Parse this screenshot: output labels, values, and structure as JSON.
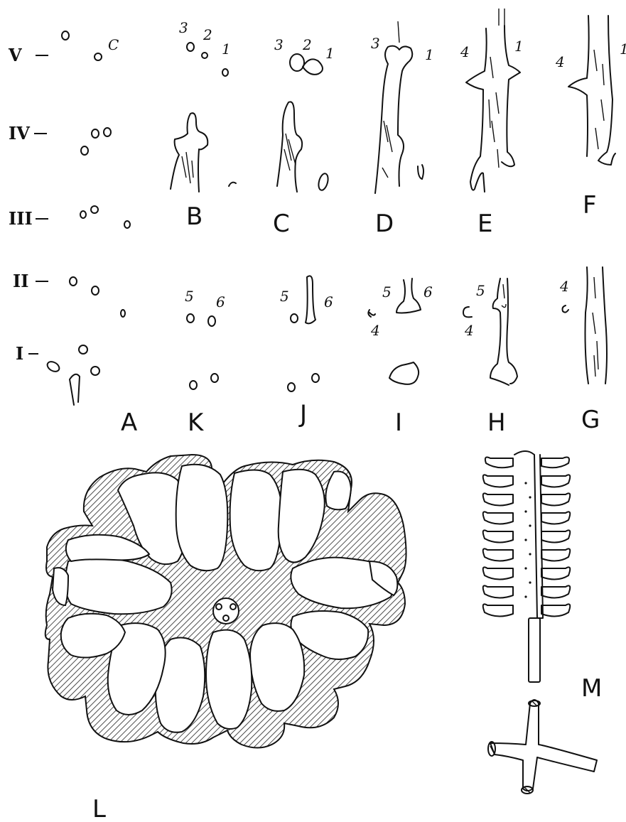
{
  "row_labels": [
    "V",
    "IV",
    "III",
    "II",
    "I"
  ],
  "panel_labels": {
    "A": "A",
    "B": "B",
    "C": "C",
    "D": "D",
    "E": "E",
    "F": "F",
    "G": "G",
    "H": "H",
    "I": "I",
    "J": "J",
    "K": "K",
    "L": "L",
    "M": "M"
  },
  "numbers": {
    "b3": "3",
    "b2": "2",
    "b1": "1",
    "c3": "3",
    "c2": "2",
    "c1": "1",
    "d3": "3",
    "d1": "1",
    "e4": "4",
    "e1": "1",
    "f4": "4",
    "f1": "1",
    "k5": "5",
    "k6": "6",
    "j5": "5",
    "j6": "6",
    "i5": "5",
    "i6": "6",
    "i4": "4",
    "h5": "5",
    "h4": "4",
    "g4": "4"
  },
  "icon_a_c": "C"
}
